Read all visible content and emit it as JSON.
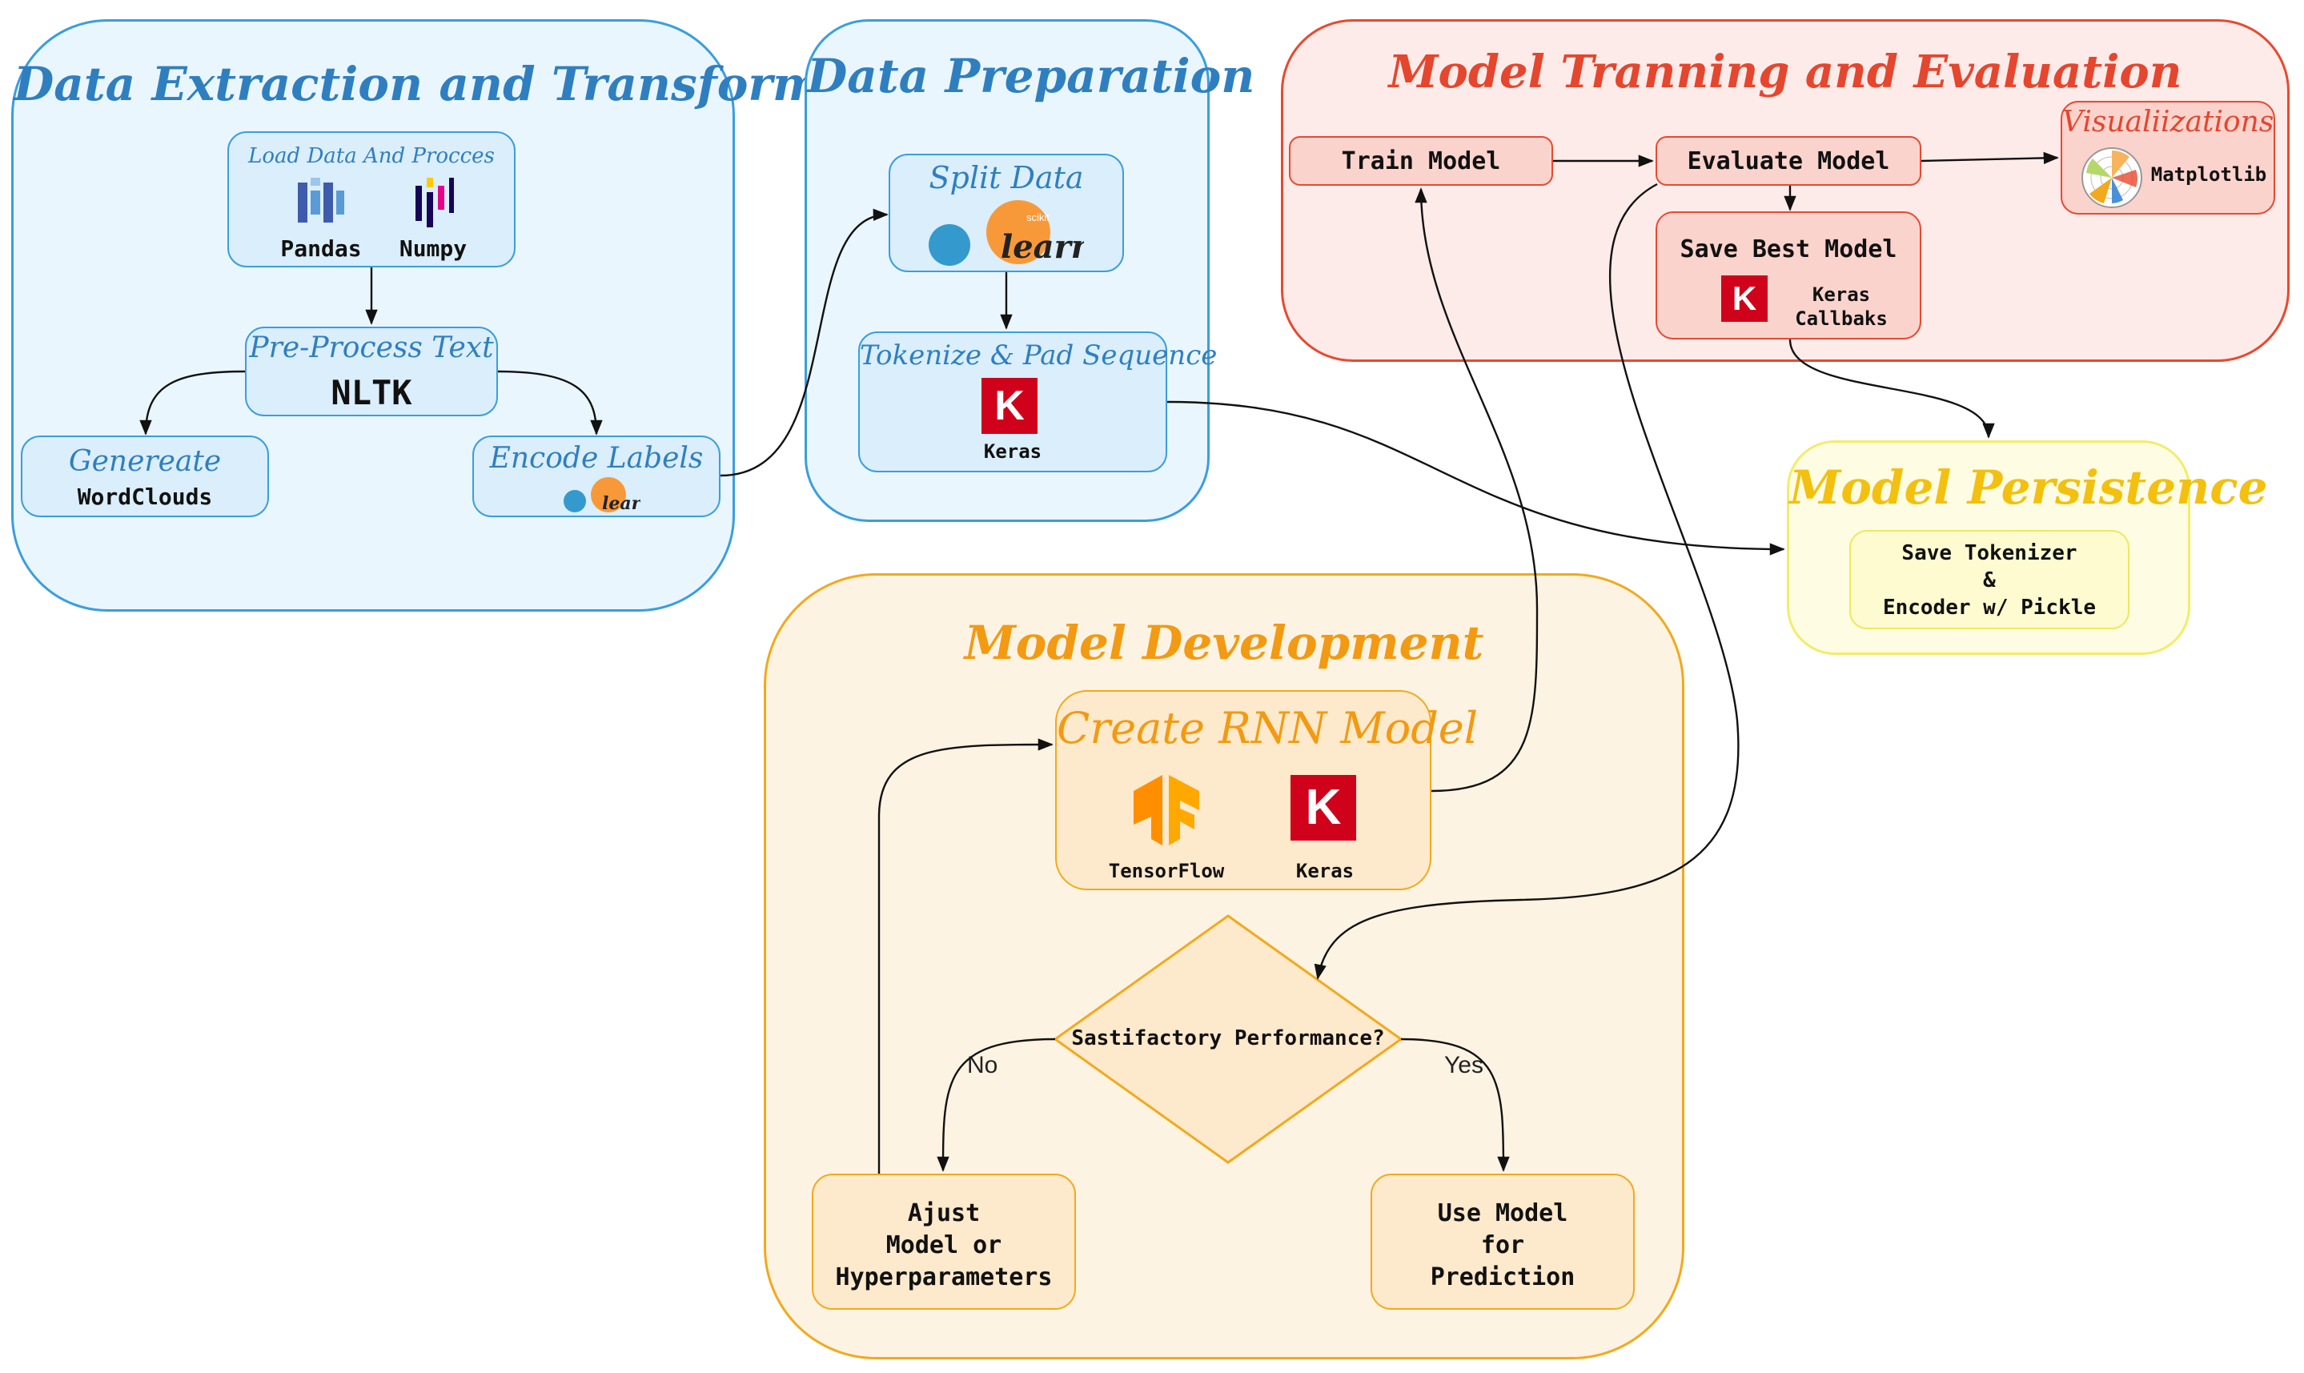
{
  "groups": {
    "extract": {
      "title": "Data Extraction and Transform"
    },
    "prep": {
      "title": "Data Preparation"
    },
    "train": {
      "title": "Model Tranning and Evaluation"
    },
    "persist": {
      "title": "Model Persistence"
    },
    "dev": {
      "title": "Model Development"
    }
  },
  "nodes": {
    "load": {
      "title": "Load Data And Procces",
      "lib1": "Pandas",
      "lib2": "Numpy"
    },
    "preprocess": {
      "title": "Pre-Process Text",
      "lib": "NLTK"
    },
    "wordclouds": {
      "title": "Genereate",
      "lib": "WordClouds"
    },
    "encode": {
      "title": "Encode Labels",
      "logo": "learn"
    },
    "split": {
      "title": "Split Data",
      "logo": "learn",
      "logo_small": "scikit"
    },
    "tokenize": {
      "title": "Tokenize & Pad Sequence",
      "lib": "Keras",
      "k": "K"
    },
    "train_model": {
      "label": "Train Model"
    },
    "evaluate_model": {
      "label": "Evaluate Model"
    },
    "visualizations": {
      "title": "Visualiizations",
      "lib": "Matplotlib"
    },
    "save_best": {
      "label": "Save Best Model",
      "lib_line1": "Keras",
      "lib_line2": "Callbaks",
      "k": "K"
    },
    "persist_box": {
      "line1": "Save Tokenizer",
      "line2": "&",
      "line3": "Encoder w/ Pickle"
    },
    "rnn": {
      "title": "Create RNN Model",
      "lib1": "TensorFlow",
      "lib2": "Keras",
      "k": "K"
    },
    "decision": {
      "label": "Sastifactory Performance?"
    },
    "adjust": {
      "line1": "Ajust",
      "line2": "Model or",
      "line3": "Hyperparameters"
    },
    "use": {
      "line1": "Use Model",
      "line2": "for",
      "line3": "Prediction"
    }
  },
  "edges": {
    "no": "No",
    "yes": "Yes"
  },
  "colors": {
    "blue_border": "#3a9ede",
    "blue_fill": "#eaf6fd",
    "blue_text": "#2f7fc0",
    "orange_border": "#f2a91d",
    "orange_fill": "#fdf3e2",
    "orange_text": "#f29a12",
    "red_border": "#e8492f",
    "red_fill": "#fdebe9",
    "red_text": "#e5462e",
    "yellow_border": "#f3ec6b",
    "yellow_fill": "#fefde3",
    "yellow_text": "#f3c010",
    "keras_red": "#d0021b",
    "tensorflow_orange": "#ff8f00"
  },
  "icons": [
    "pandas-icon",
    "numpy-icon",
    "sklearn-icon",
    "keras-icon",
    "tensorflow-icon",
    "matplotlib-icon"
  ]
}
